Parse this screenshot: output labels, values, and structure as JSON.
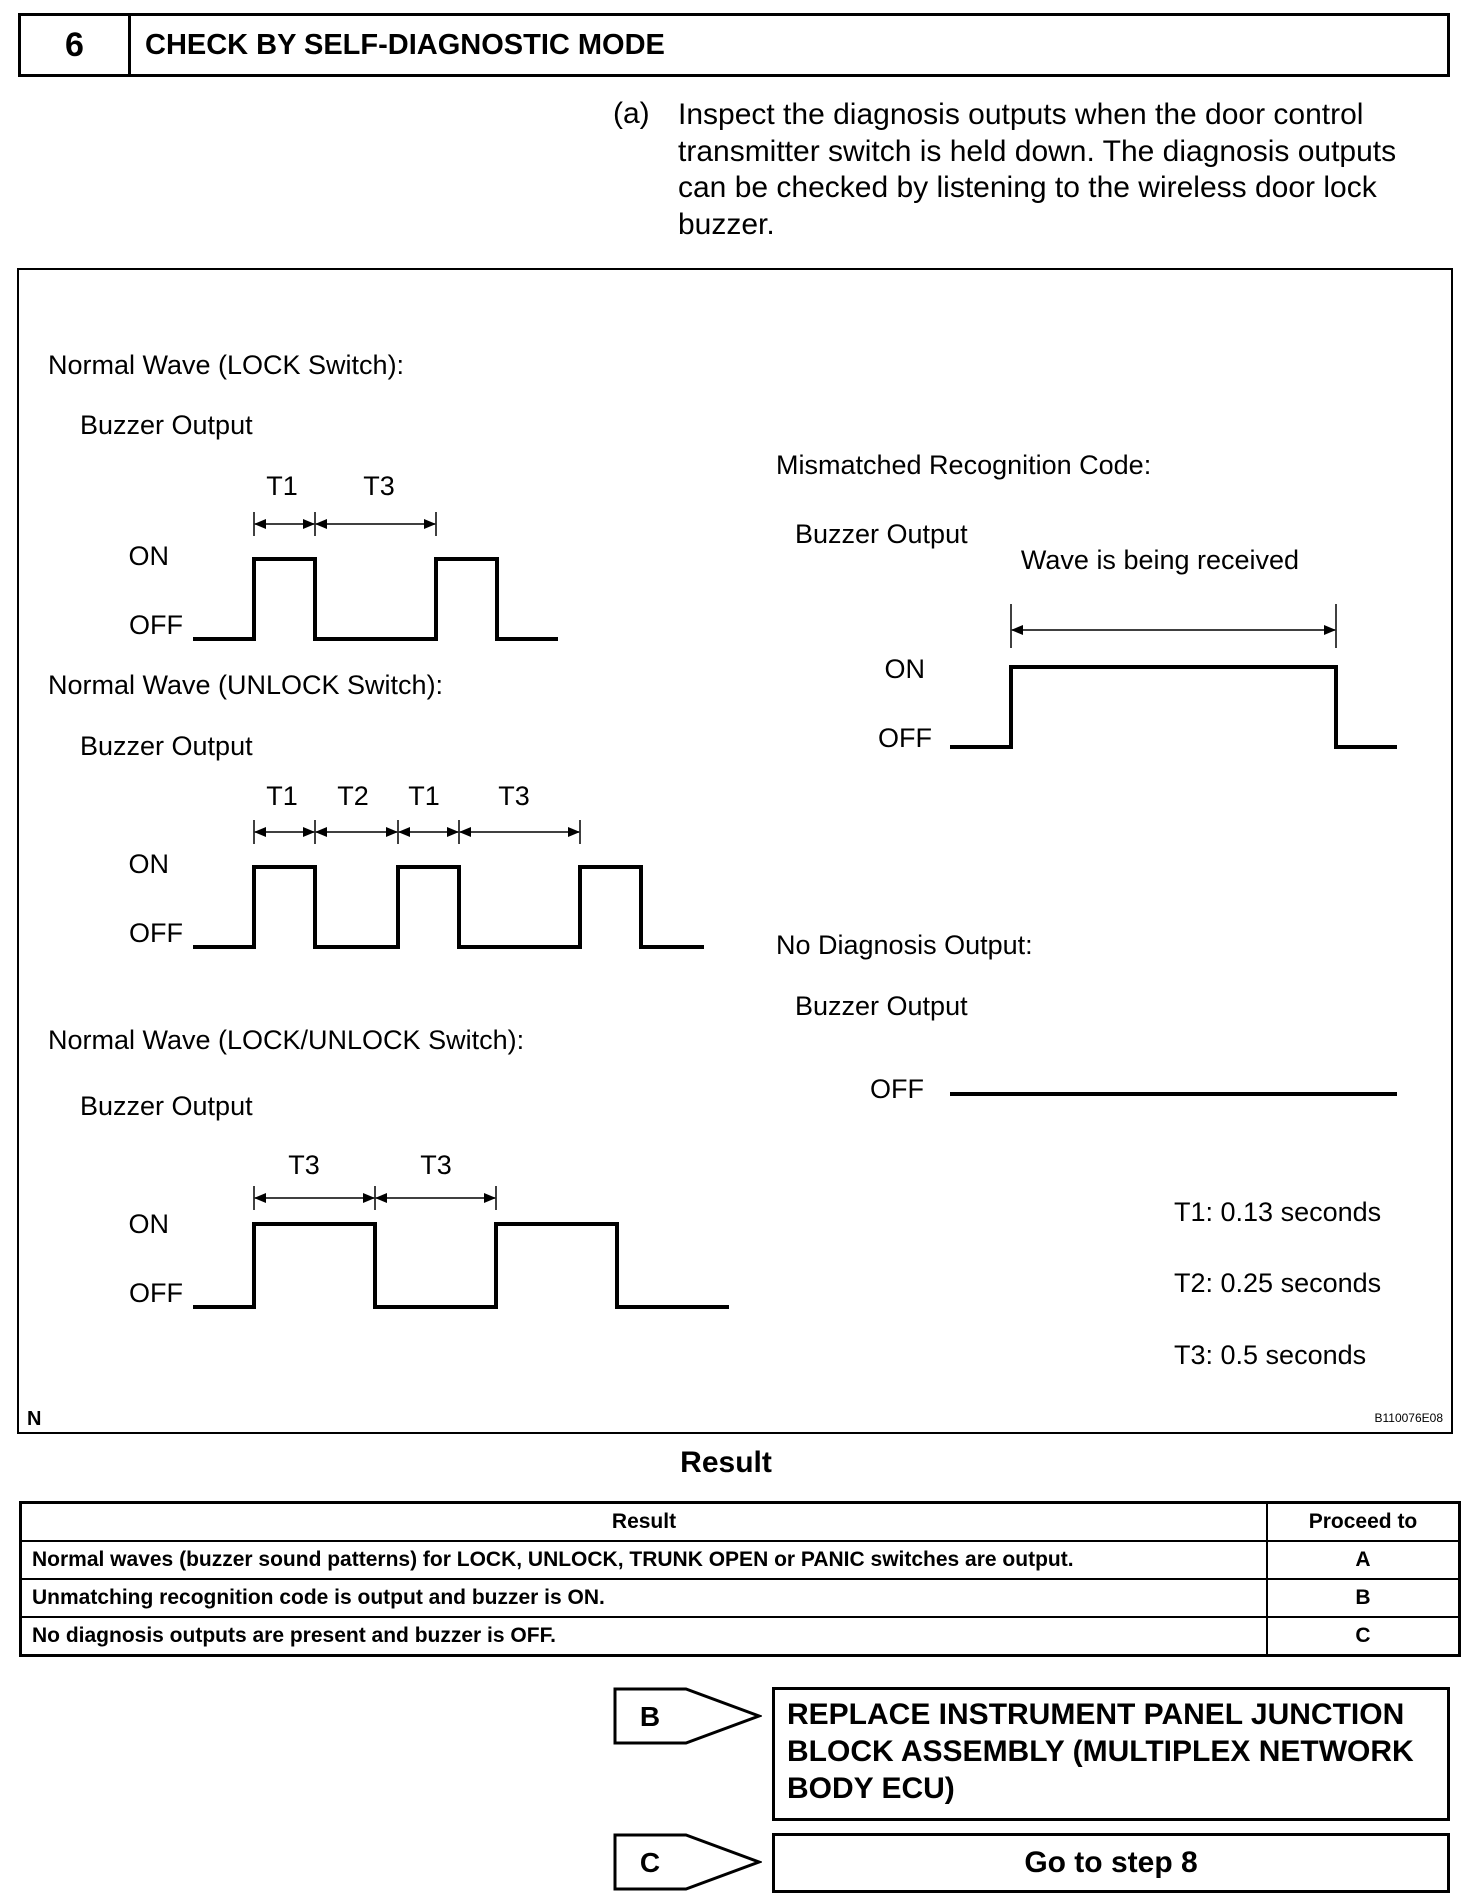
{
  "step": {
    "number": "6",
    "title": "CHECK BY SELF-DIAGNOSTIC MODE"
  },
  "instruction": {
    "label": "(a)",
    "text": "Inspect the diagnosis outputs when the door control transmitter switch is held down. The diagnosis outputs can be checked by listening to the wireless door lock buzzer."
  },
  "figure": {
    "lock_title": "Normal Wave (LOCK Switch):",
    "unlock_title": "Normal Wave (UNLOCK Switch):",
    "lockunlock_title": "Normal Wave (LOCK/UNLOCK Switch):",
    "mismatch_title": "Mismatched Recognition Code:",
    "nodiag_title": "No Diagnosis Output:",
    "buzzer_output": "Buzzer Output",
    "on": "ON",
    "off": "OFF",
    "t1": "T1",
    "t2": "T2",
    "t3": "T3",
    "wave_received": "Wave is being received",
    "legend_t1": "T1: 0.13 seconds",
    "legend_t2": "T2: 0.25 seconds",
    "legend_t3": "T3: 0.5 seconds",
    "corner_left": "N",
    "corner_right": "B110076E08"
  },
  "result_title": "Result",
  "result_table": {
    "headers": [
      "Result",
      "Proceed to"
    ],
    "rows": [
      {
        "result": "Normal waves (buzzer sound patterns) for LOCK, UNLOCK, TRUNK OPEN or PANIC switches are output.",
        "code": "A"
      },
      {
        "result": "Unmatching recognition code is output and buzzer is ON.",
        "code": "B"
      },
      {
        "result": "No diagnosis outputs are present and buzzer is OFF.",
        "code": "C"
      }
    ]
  },
  "proceed": {
    "b": {
      "code": "B",
      "action": "REPLACE INSTRUMENT PANEL JUNCTION BLOCK ASSEMBLY (MULTIPLEX NETWORK BODY ECU)"
    },
    "c": {
      "code": "C",
      "action": "Go to step 8"
    }
  }
}
